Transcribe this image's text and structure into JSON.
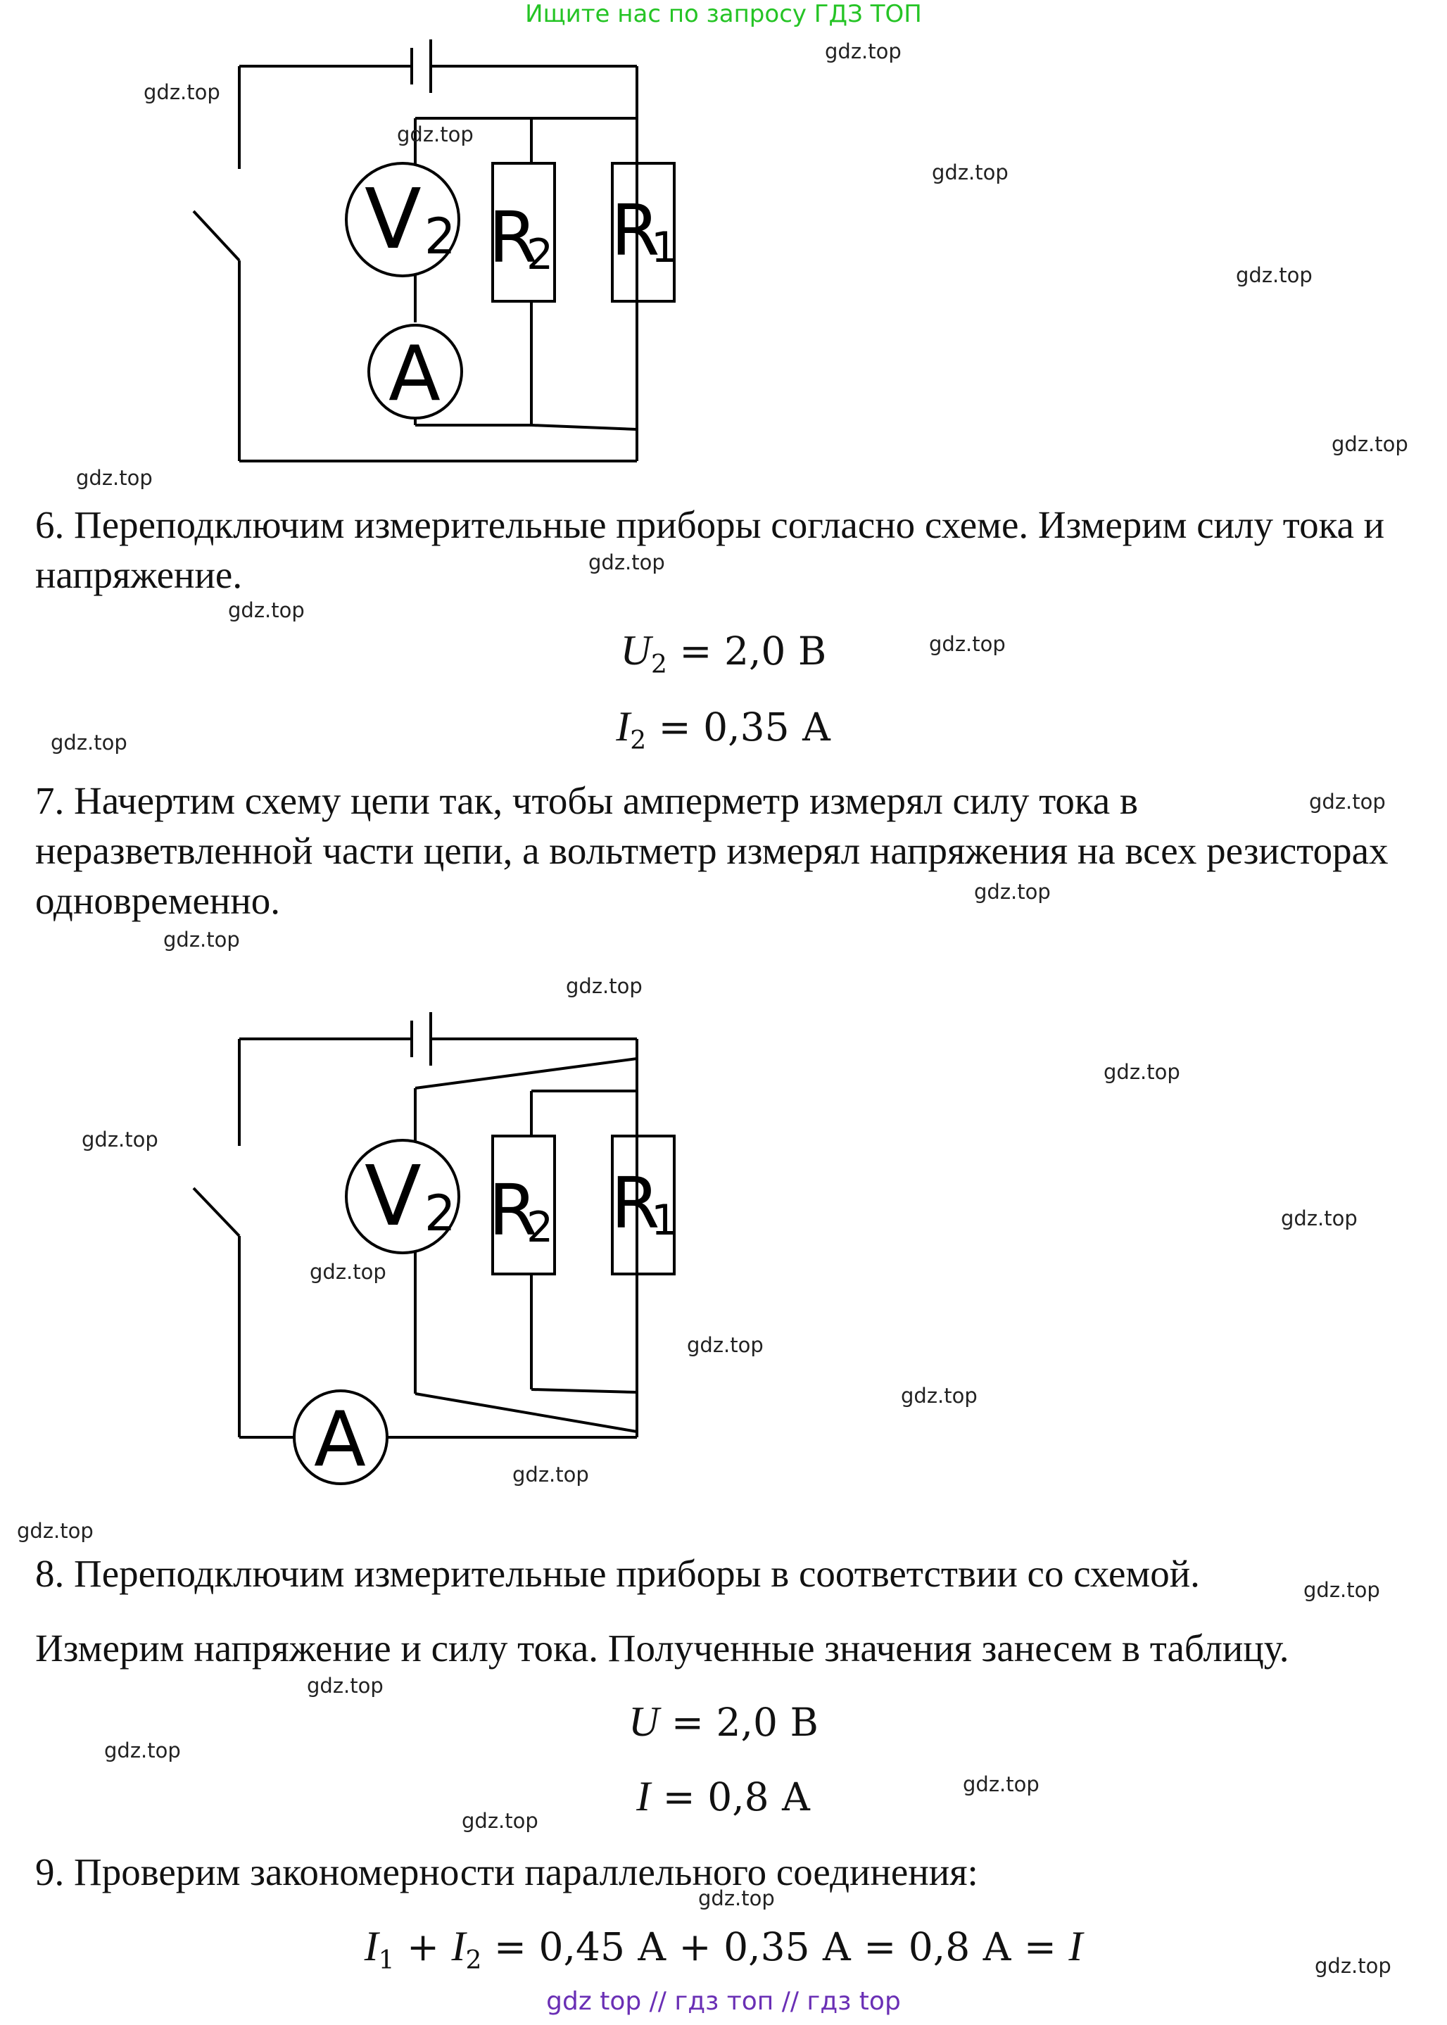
{
  "banner": "Ищите нас по запросу ГДЗ ТОП",
  "watermark": "gdz.top",
  "circuit1": {
    "voltmeter": "V",
    "voltmeter_sub": "2",
    "resistor2": "R",
    "resistor2_sub": "2",
    "resistor1": "R",
    "resistor1_sub": "1",
    "ammeter": "A"
  },
  "circuit2": {
    "voltmeter": "V",
    "voltmeter_sub": "2",
    "resistor2": "R",
    "resistor2_sub": "2",
    "resistor1": "R",
    "resistor1_sub": "1",
    "ammeter": "A"
  },
  "step6": "6. Переподключим измерительные приборы согласно схеме. Измерим силу тока и напряжение.",
  "formula_u2": {
    "var": "U",
    "sub": "2",
    "rest": " = 2,0 В"
  },
  "formula_i2": {
    "var": "I",
    "sub": "2",
    "rest": " = 0,35 А"
  },
  "step7": "7. Начертим схему цепи так, чтобы амперметр измерял силу тока в неразветвленной части цепи, а вольтметр измерял напряжения на всех резисторах одновременно.",
  "step8": "8. Переподключим измерительные приборы в соответствии со схемой.",
  "step8b": "Измерим напряжение и силу тока. Полученные значения занесем в таблицу.",
  "formula_u": {
    "var": "U",
    "rest": " = 2,0 В"
  },
  "formula_i": {
    "var": "I",
    "rest": " = 0,8 А"
  },
  "step9": "9. Проверим закономерности параллельного соединения:",
  "formula_sum": {
    "v1": "I",
    "s1": "1",
    "plus": " + ",
    "v2": "I",
    "s2": "2",
    "mid": " = 0,45 А + 0,35 А = 0,8 А = ",
    "v3": "I"
  },
  "footer": "gdz top  //  гдз топ  //  гдз top"
}
